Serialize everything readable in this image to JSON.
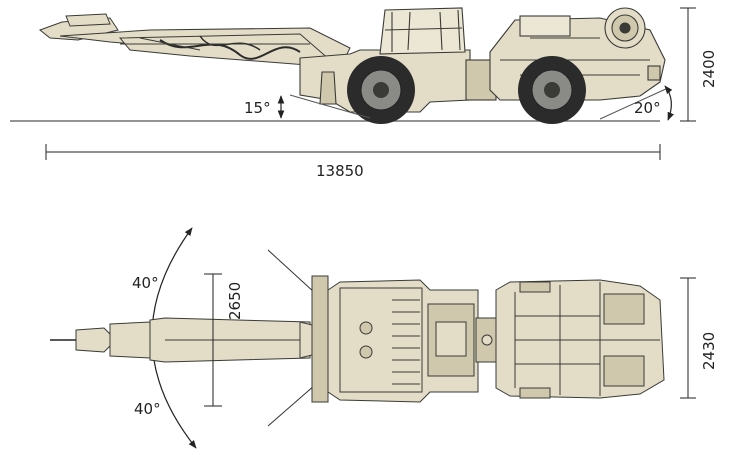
{
  "colors": {
    "body": "#e3ddc8",
    "body_shade": "#cfc8ad",
    "outline": "#3a3a36",
    "tire": "#2b2b2b",
    "dimension_line": "#222222"
  },
  "side_view": {
    "boom_angle_label": "15°",
    "rear_angle_label": "20°",
    "overall_height_label": "2400",
    "overall_length_label": "13850"
  },
  "top_view": {
    "swing_angle_upper_label": "40°",
    "swing_angle_lower_label": "40°",
    "front_width_label": "2650",
    "rear_width_label": "2430"
  }
}
